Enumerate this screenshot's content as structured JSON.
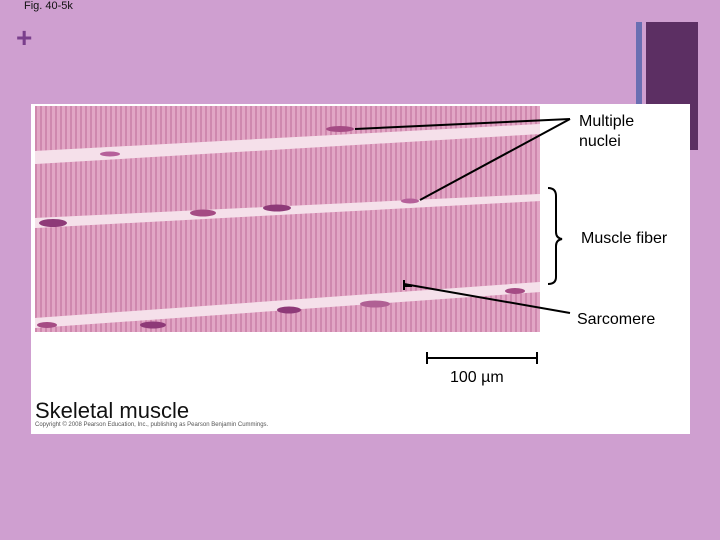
{
  "fig_label": "Fig. 40-5k",
  "plus_symbol": "+",
  "callouts": {
    "multiple_nuclei": "Multiple nuclei",
    "muscle_fiber": "Muscle fiber",
    "sarcomere": "Sarcomere"
  },
  "scale_bar": "100 µm",
  "title": "Skeletal muscle",
  "copyright": "Copyright © 2008 Pearson Education, Inc., publishing as Pearson Benjamin Cummings."
}
